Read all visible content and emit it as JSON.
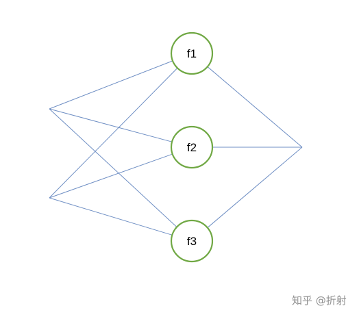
{
  "nodes": [
    {
      "id": "in1",
      "label": ""
    },
    {
      "id": "in2",
      "label": ""
    },
    {
      "id": "f1",
      "label": "f1"
    },
    {
      "id": "f2",
      "label": "f2"
    },
    {
      "id": "f3",
      "label": "f3"
    },
    {
      "id": "out",
      "label": ""
    }
  ],
  "edges": [
    [
      "in1",
      "f1"
    ],
    [
      "in1",
      "f2"
    ],
    [
      "in1",
      "f3"
    ],
    [
      "in2",
      "f1"
    ],
    [
      "in2",
      "f2"
    ],
    [
      "in2",
      "f3"
    ],
    [
      "f1",
      "out"
    ],
    [
      "f2",
      "out"
    ],
    [
      "f3",
      "out"
    ]
  ],
  "colors": {
    "edge": "#6f8fc4",
    "node_stroke": "#70a844",
    "watermark": "#8f8f8f"
  },
  "watermark": "知乎 @折射"
}
